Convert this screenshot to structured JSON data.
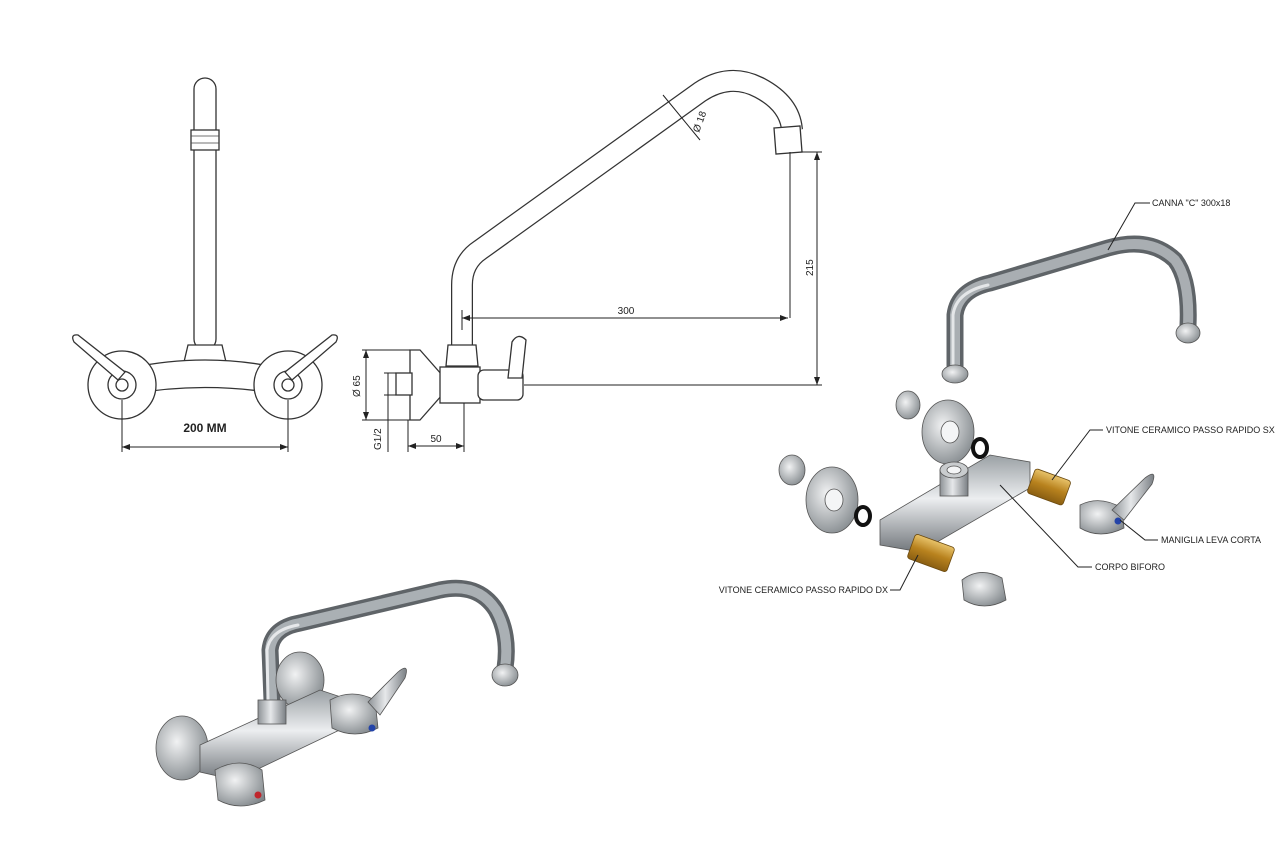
{
  "front_view": {
    "width_label": "200 MM"
  },
  "side_view": {
    "reach_label": "300",
    "height_label": "215",
    "pipe_diameter_label": "Ø 18",
    "flange_diameter_label": "Ø 65",
    "offset_label": "50",
    "thread_label": "G1/2"
  },
  "exploded_view": {
    "labels": {
      "spout": "CANNA \"C\" 300x18",
      "cartridge_left": "VITONE CERAMICO PASSO RAPIDO SX",
      "lever": "MANIGLIA LEVA CORTA",
      "body": "CORPO BIFORO",
      "cartridge_right": "VITONE CERAMICO PASSO RAPIDO DX"
    }
  },
  "colors": {
    "line": "#333333",
    "metal_dark": "#6e7378",
    "metal_light": "#d7dadd",
    "brass": "#c8962e",
    "hot_dot": "#c0262c",
    "cold_dot": "#2444a8"
  }
}
